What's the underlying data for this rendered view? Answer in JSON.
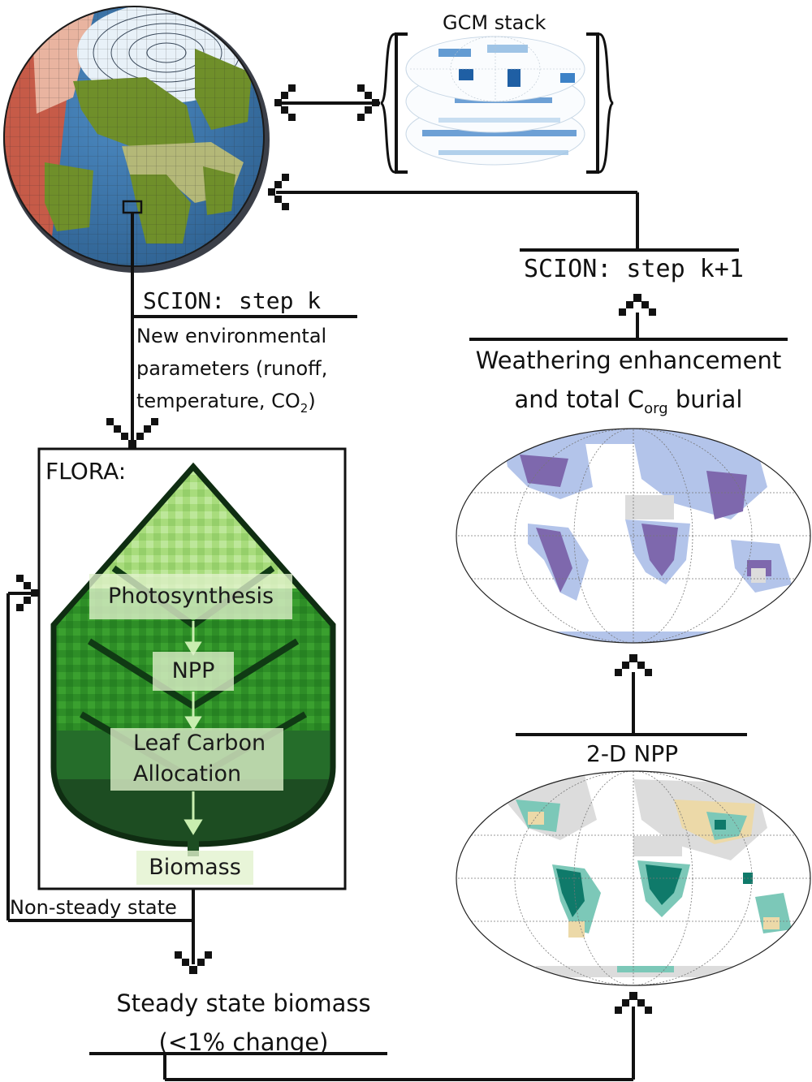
{
  "gcm": {
    "title": "GCM stack"
  },
  "scion_k": {
    "label": "SCION: step k"
  },
  "env_params": {
    "line1": "New environmental",
    "line2": "parameters (runoff,",
    "line3_prefix": "temperature, CO",
    "line3_sub": "2",
    "line3_suffix": ")"
  },
  "scion_k1": {
    "label": "SCION: step k+1"
  },
  "weathering": {
    "line1": "Weathering enhancement",
    "line2_prefix": "and total C",
    "line2_sub": "org",
    "line2_suffix": " burial"
  },
  "flora": {
    "title": "FLORA:",
    "steps": [
      "Photosynthesis",
      "NPP",
      "Leaf Carbon",
      "Allocation",
      "Biomass"
    ]
  },
  "npp_2d": {
    "label": "2-D NPP"
  },
  "nonsteady": {
    "label": "Non-steady state"
  },
  "steady": {
    "line1": "Steady state biomass",
    "line2": "(<1% change)"
  },
  "colors": {
    "ocean": "#3a77b0",
    "land_green": "#6f8f2a",
    "land_tan": "#b4b878",
    "ice": "#e8f1f8",
    "heat_red": "#c65b48",
    "leaf_dark": "#1d4d22",
    "leaf_mid": "#2f8f28",
    "leaf_light": "#a5d97a",
    "weathering_blue": "#b3c4ea",
    "weathering_purple": "#7e68ad",
    "npp_teal": "#0f7a6a",
    "npp_tan": "#ecd9a8",
    "map_grey": "#dcdcdc"
  }
}
